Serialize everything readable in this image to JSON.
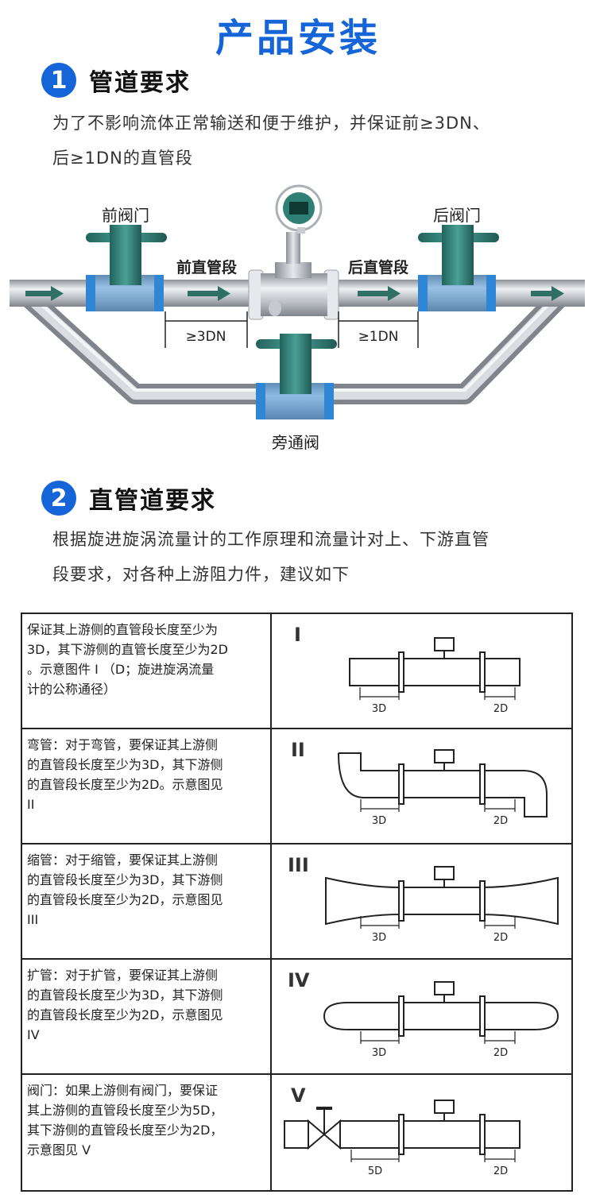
{
  "page_title": "产品安装",
  "section1": {
    "number": "1",
    "title": "管道要求",
    "lines": [
      "为了不影响流体正常输送和便于维护，并保证前≥3DN、",
      "后≥1DN的直管段"
    ]
  },
  "diagram": {
    "front_valve": "前阀门",
    "rear_valve": "后阀门",
    "front_straight": "前直管段",
    "rear_straight": "后直管段",
    "front_dim": "≥3DN",
    "rear_dim": "≥1DN",
    "bypass_valve": "旁通阀"
  },
  "section2": {
    "number": "2",
    "title": "直管道要求",
    "lines": [
      "根据旋进旋涡流量计的工作原理和流量计对上、下游直管",
      "段要求，对各种上游阻力件，建议如下"
    ]
  },
  "table": {
    "rows": [
      {
        "lines": [
          "保证其上游侧的直管段长度至少为",
          "3D，其下游侧的直管长度至少为2D",
          "。示意图件 I （D；旋进旋涡流量",
          "计的公称通径）"
        ],
        "roman": "I",
        "up": "3D",
        "down": "2D"
      },
      {
        "lines": [
          "弯管：对于弯管，要保证其上游侧",
          "的直管段长度至少为3D，其下游侧",
          "的直管段长度至少为2D。示意图见",
          "II"
        ],
        "roman": "II",
        "up": "3D",
        "down": "2D"
      },
      {
        "lines": [
          "缩管：对于缩管，要保证其上游侧",
          "的直管段长度至少为3D，其下游侧",
          "的直管段长度至少为2D，示意图见",
          "III"
        ],
        "roman": "III",
        "up": "3D",
        "down": "2D"
      },
      {
        "lines": [
          "扩管：对于扩管，要保证其上游侧",
          "的直管段长度至少为3D，其下游侧",
          "的直管段长度至少为2D，示意图见",
          "IV"
        ],
        "roman": "IV",
        "up": "3D",
        "down": "2D"
      },
      {
        "lines": [
          "阀门：如果上游侧有阀门，要保证",
          "其上游侧的直管段长度至少为5D，",
          "其下游侧的直管段长度至少为2D，",
          "示意图见 V"
        ],
        "roman": "V",
        "up": "5D",
        "down": "2D"
      }
    ]
  },
  "colors": {
    "accent": "#1565d8",
    "pipe": "#b4b9bf",
    "valve": "#2f7f75",
    "flange": "#2f86d4"
  }
}
